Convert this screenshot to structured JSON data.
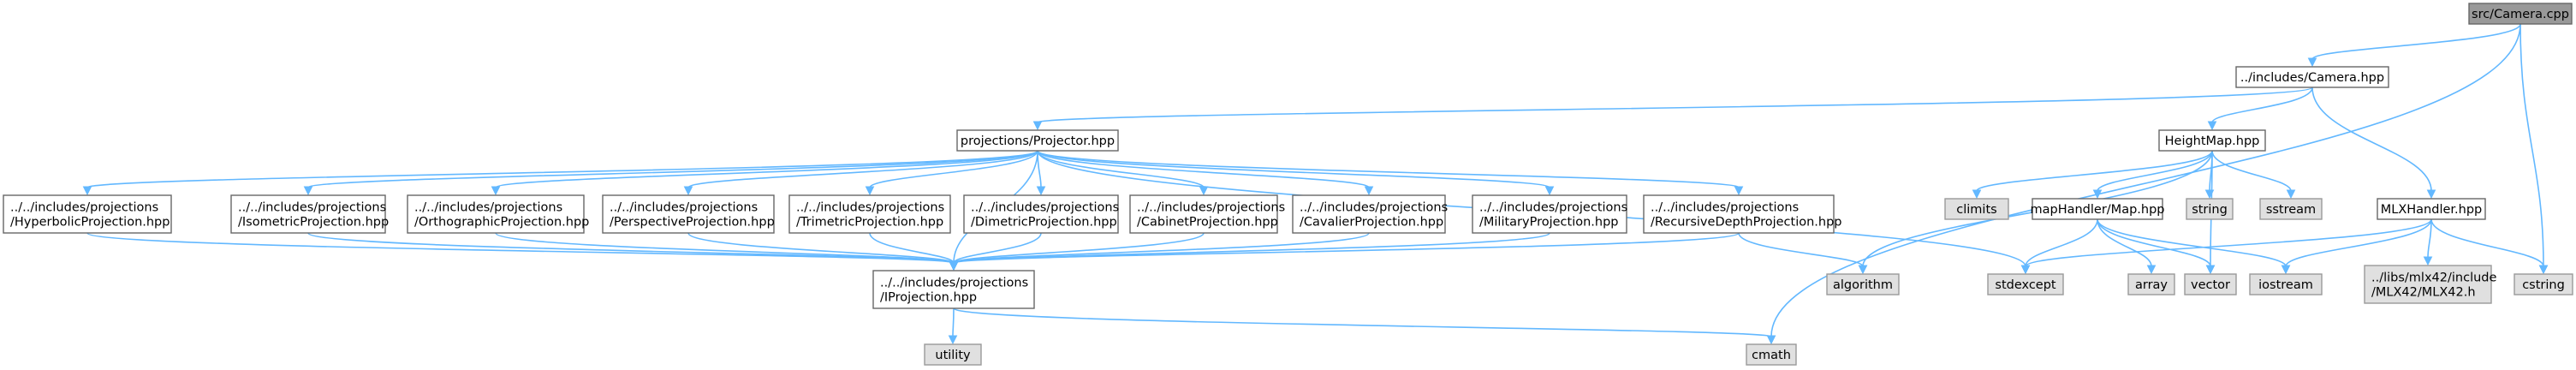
{
  "graph": {
    "nodes": [
      {
        "id": "camera_cpp",
        "lines": [
          "src/Camera.cpp"
        ],
        "kind": "root"
      },
      {
        "id": "camera_hpp",
        "lines": [
          "../includes/Camera.hpp"
        ],
        "kind": "file"
      },
      {
        "id": "projector",
        "lines": [
          "projections/Projector.hpp"
        ],
        "kind": "file"
      },
      {
        "id": "heightmap",
        "lines": [
          "HeightMap.hpp"
        ],
        "kind": "file"
      },
      {
        "id": "mlxhandler",
        "lines": [
          "MLXHandler.hpp"
        ],
        "kind": "file"
      },
      {
        "id": "hyperbolic",
        "lines": [
          "../../includes/projections",
          "/HyperbolicProjection.hpp"
        ],
        "kind": "file"
      },
      {
        "id": "isometric",
        "lines": [
          "../../includes/projections",
          "/IsometricProjection.hpp"
        ],
        "kind": "file"
      },
      {
        "id": "orthographic",
        "lines": [
          "../../includes/projections",
          "/OrthographicProjection.hpp"
        ],
        "kind": "file"
      },
      {
        "id": "perspective",
        "lines": [
          "../../includes/projections",
          "/PerspectiveProjection.hpp"
        ],
        "kind": "file"
      },
      {
        "id": "trimetric",
        "lines": [
          "../../includes/projections",
          "/TrimetricProjection.hpp"
        ],
        "kind": "file"
      },
      {
        "id": "dimetric",
        "lines": [
          "../../includes/projections",
          "/DimetricProjection.hpp"
        ],
        "kind": "file"
      },
      {
        "id": "cabinet",
        "lines": [
          "../../includes/projections",
          "/CabinetProjection.hpp"
        ],
        "kind": "file"
      },
      {
        "id": "cavalier",
        "lines": [
          "../../includes/projections",
          "/CavalierProjection.hpp"
        ],
        "kind": "file"
      },
      {
        "id": "military",
        "lines": [
          "../../includes/projections",
          "/MilitaryProjection.hpp"
        ],
        "kind": "file"
      },
      {
        "id": "recursive",
        "lines": [
          "../../includes/projections",
          "/RecursiveDepthProjection.hpp"
        ],
        "kind": "file"
      },
      {
        "id": "iprojection",
        "lines": [
          "../../includes/projections",
          "/IProjection.hpp"
        ],
        "kind": "file"
      },
      {
        "id": "maphandler",
        "lines": [
          "mapHandler/Map.hpp"
        ],
        "kind": "file"
      },
      {
        "id": "climits",
        "lines": [
          "climits"
        ],
        "kind": "system"
      },
      {
        "id": "string",
        "lines": [
          "string"
        ],
        "kind": "system"
      },
      {
        "id": "sstream",
        "lines": [
          "sstream"
        ],
        "kind": "system"
      },
      {
        "id": "algorithm",
        "lines": [
          "algorithm"
        ],
        "kind": "system"
      },
      {
        "id": "stdexcept",
        "lines": [
          "stdexcept"
        ],
        "kind": "system"
      },
      {
        "id": "array",
        "lines": [
          "array"
        ],
        "kind": "system"
      },
      {
        "id": "vector",
        "lines": [
          "vector"
        ],
        "kind": "system"
      },
      {
        "id": "iostream",
        "lines": [
          "iostream"
        ],
        "kind": "system"
      },
      {
        "id": "mlx42",
        "lines": [
          "../libs/mlx42/include",
          "/MLX42/MLX42.h"
        ],
        "kind": "system"
      },
      {
        "id": "cstring",
        "lines": [
          "cstring"
        ],
        "kind": "system"
      },
      {
        "id": "utility",
        "lines": [
          "utility"
        ],
        "kind": "system"
      },
      {
        "id": "cmath",
        "lines": [
          "cmath"
        ],
        "kind": "system"
      }
    ],
    "edges": [
      [
        "camera_cpp",
        "camera_hpp"
      ],
      [
        "camera_cpp",
        "cstring"
      ],
      [
        "camera_cpp",
        "cmath"
      ],
      [
        "camera_hpp",
        "projector"
      ],
      [
        "camera_hpp",
        "heightmap"
      ],
      [
        "camera_hpp",
        "mlxhandler"
      ],
      [
        "projector",
        "hyperbolic"
      ],
      [
        "projector",
        "isometric"
      ],
      [
        "projector",
        "orthographic"
      ],
      [
        "projector",
        "perspective"
      ],
      [
        "projector",
        "trimetric"
      ],
      [
        "projector",
        "dimetric"
      ],
      [
        "projector",
        "cabinet"
      ],
      [
        "projector",
        "cavalier"
      ],
      [
        "projector",
        "military"
      ],
      [
        "projector",
        "recursive"
      ],
      [
        "projector",
        "iprojection"
      ],
      [
        "projector",
        "stdexcept"
      ],
      [
        "hyperbolic",
        "iprojection"
      ],
      [
        "isometric",
        "iprojection"
      ],
      [
        "orthographic",
        "iprojection"
      ],
      [
        "perspective",
        "iprojection"
      ],
      [
        "trimetric",
        "iprojection"
      ],
      [
        "dimetric",
        "iprojection"
      ],
      [
        "cabinet",
        "iprojection"
      ],
      [
        "cavalier",
        "iprojection"
      ],
      [
        "military",
        "iprojection"
      ],
      [
        "recursive",
        "iprojection"
      ],
      [
        "recursive",
        "algorithm"
      ],
      [
        "iprojection",
        "utility"
      ],
      [
        "iprojection",
        "cmath"
      ],
      [
        "heightmap",
        "climits"
      ],
      [
        "heightmap",
        "string"
      ],
      [
        "heightmap",
        "sstream"
      ],
      [
        "heightmap",
        "algorithm"
      ],
      [
        "heightmap",
        "maphandler"
      ],
      [
        "heightmap",
        "vector"
      ],
      [
        "maphandler",
        "stdexcept"
      ],
      [
        "maphandler",
        "array"
      ],
      [
        "maphandler",
        "vector"
      ],
      [
        "maphandler",
        "iostream"
      ],
      [
        "mlxhandler",
        "stdexcept"
      ],
      [
        "mlxhandler",
        "iostream"
      ],
      [
        "mlxhandler",
        "mlx42"
      ],
      [
        "mlxhandler",
        "cstring"
      ]
    ]
  }
}
